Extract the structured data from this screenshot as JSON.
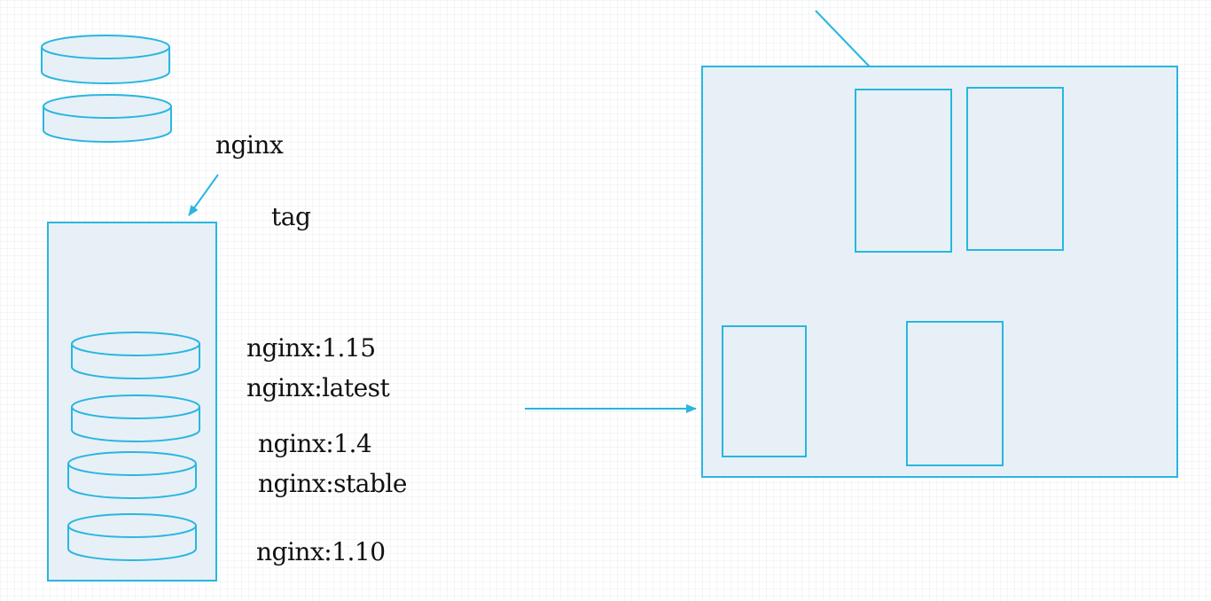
{
  "diagram": {
    "colors": {
      "stroke": "#29b6e0",
      "fill": "#e7f0f7",
      "text": "#111111",
      "background": "#ffffff"
    },
    "labels": {
      "repo_name": "nginx",
      "tag_heading": "tag",
      "tags": [
        "nginx:1.15",
        "nginx:latest",
        "nginx:1.4",
        "nginx:stable",
        "nginx:1.10"
      ]
    }
  }
}
